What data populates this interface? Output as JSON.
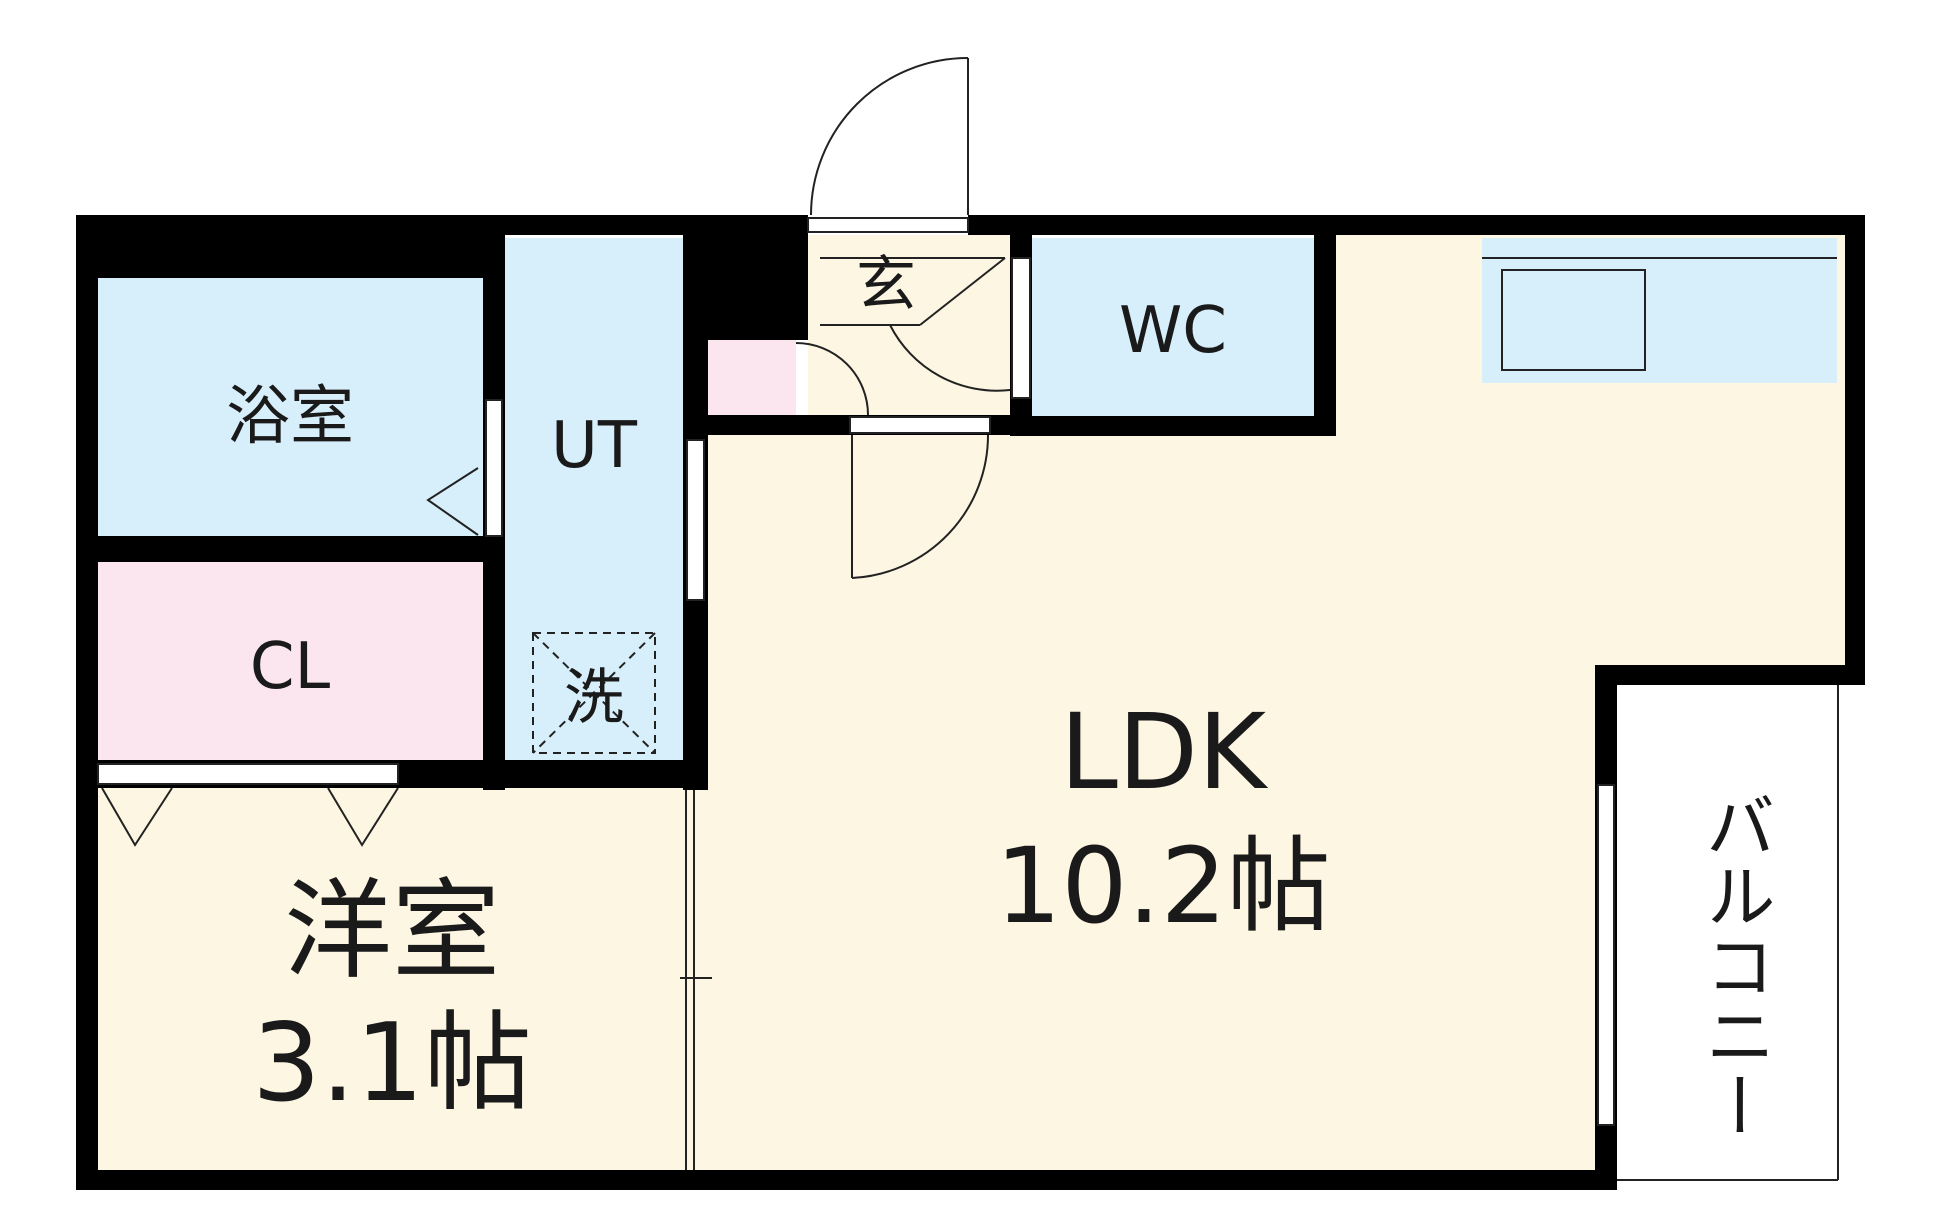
{
  "colors": {
    "wall": "#000000",
    "wet_area": "#d7effb",
    "storage": "#fbe6ef",
    "living": "#fdf6e3",
    "balcony": "#ffffff",
    "line": "#222222"
  },
  "rooms": {
    "bath": {
      "label": "浴室"
    },
    "utility": {
      "label": "UT"
    },
    "washer": {
      "label": "洗"
    },
    "closet": {
      "label": "CL"
    },
    "entrance": {
      "label": "玄"
    },
    "toilet": {
      "label": "WC"
    },
    "ldk": {
      "label": "LDK",
      "size": "10.2帖"
    },
    "western_room": {
      "label": "洋室",
      "size": "3.1帖"
    },
    "balcony": {
      "label": "バルコニー"
    }
  }
}
